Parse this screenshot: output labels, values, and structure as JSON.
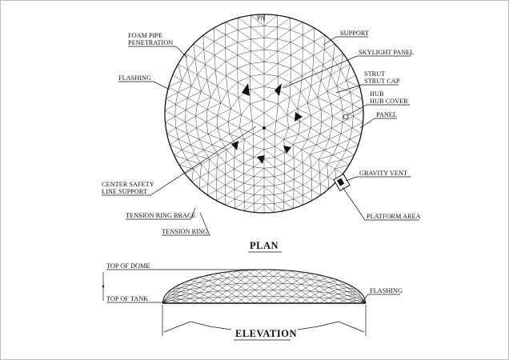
{
  "plan": {
    "north_label": "PN",
    "title": "PLAN",
    "callouts": {
      "foam_pipe": [
        "FOAM PIPE",
        "PENETRATION"
      ],
      "flashing": "FLASHING",
      "center_safety": [
        "CENTER SAFETY",
        "LINE SUPPORT"
      ],
      "tension_ring_brace": "TENSION RING BRACE",
      "tension_ring": "TENSION RING",
      "support": "SUPPORT",
      "skylight_panel": "SKYLIGHT PANEL",
      "strut": [
        "STRUT",
        "STRUT CAP"
      ],
      "hub": [
        "HUB",
        "HUB COVER"
      ],
      "panel": "PANEL",
      "gravity_vent": "GRAVITY VENT",
      "platform_area": "PLATFORM AREA"
    }
  },
  "elevation": {
    "title": "ELEVATION",
    "top_of_dome": "TOP OF DOME",
    "top_of_tank": "TOP OF TANK",
    "flashing": "FLASHING"
  }
}
